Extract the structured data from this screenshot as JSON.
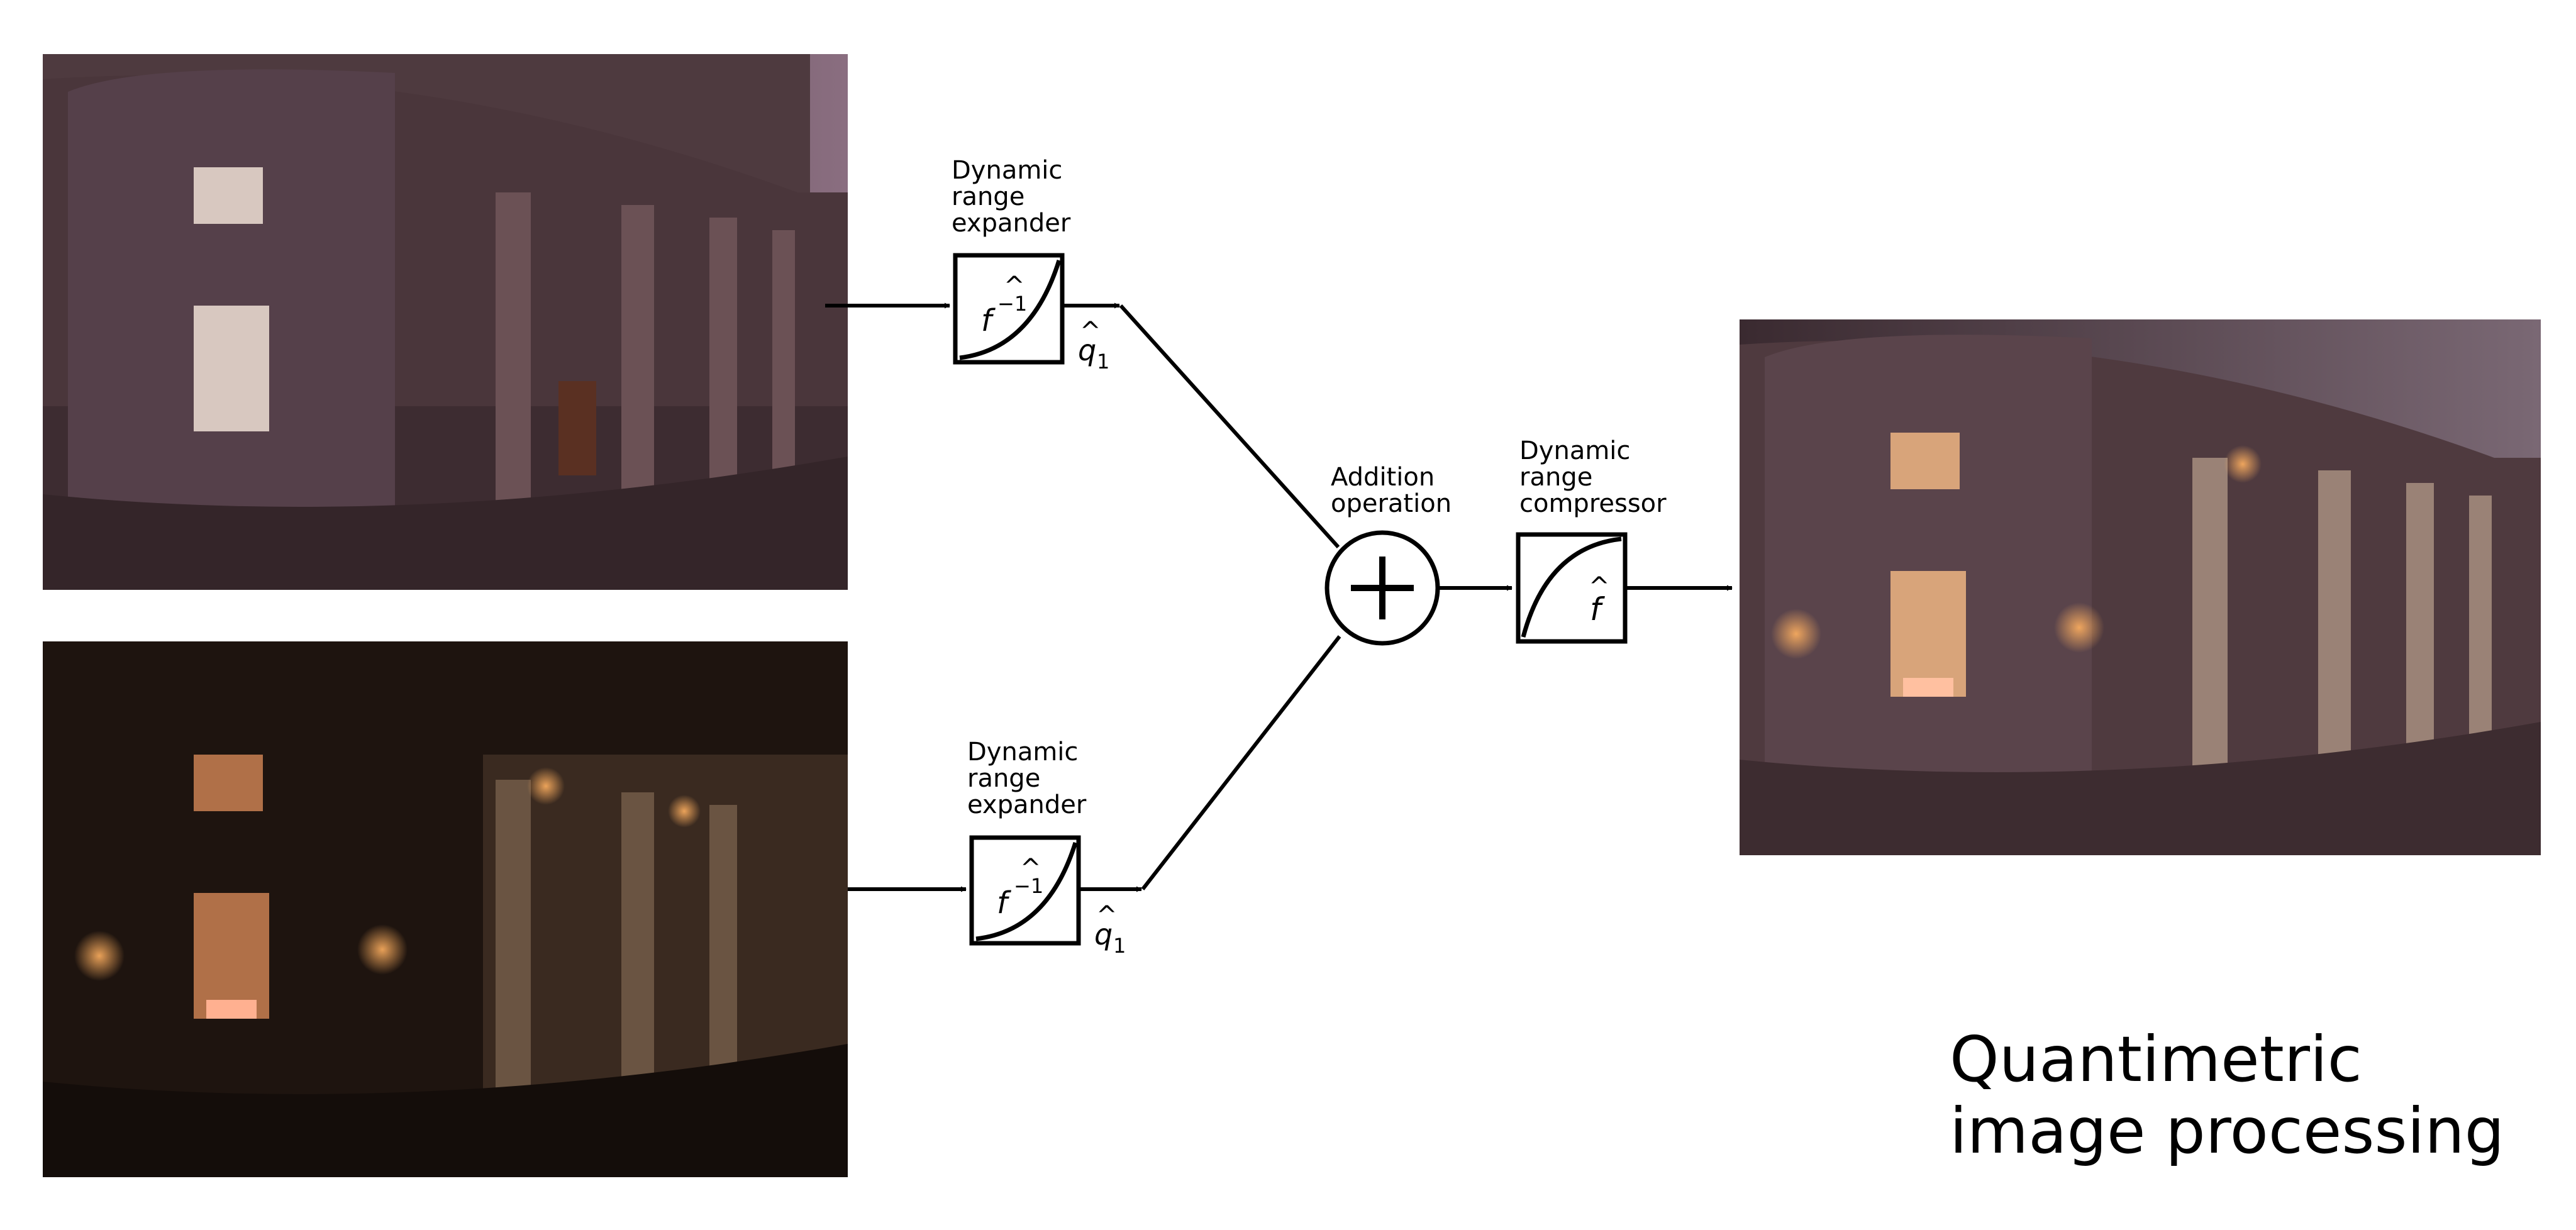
{
  "blocks": {
    "expander_top": {
      "label": "Dynamic\nrange\nexpander",
      "function": "f",
      "exponent": "−1",
      "output": "q",
      "output_sub": "1"
    },
    "expander_bottom": {
      "label": "Dynamic\nrange\nexpander",
      "function": "f",
      "exponent": "−1",
      "output": "q",
      "output_sub": "1"
    },
    "addition": {
      "label": "Addition\noperation"
    },
    "compressor": {
      "label": "Dynamic\nrange\ncompressor",
      "function": "f"
    }
  },
  "title": "Quantimetric\nimage processing",
  "colors": {
    "bright_photo_tone": "#5a4046",
    "dark_photo_tone": "#1e140f",
    "result_photo_tone": "#5c4347",
    "lamp_glow": "#ffb060",
    "line": "#000000"
  }
}
